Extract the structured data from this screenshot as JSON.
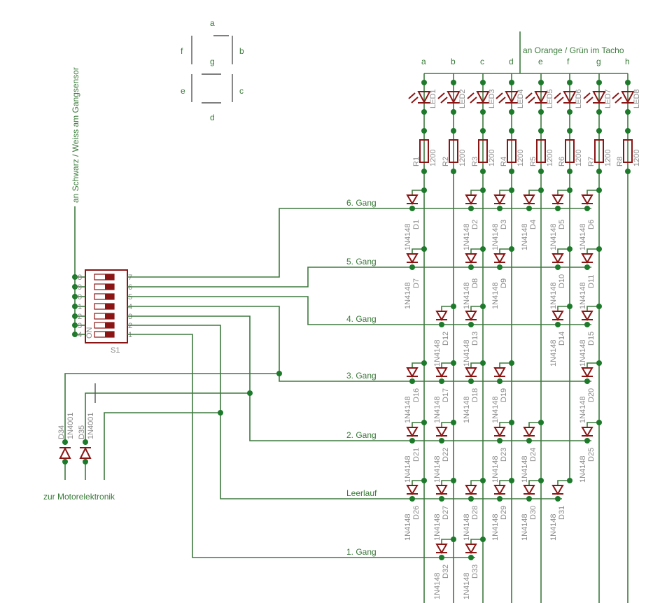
{
  "sensor_label": "an Schwarz / Weiss am Gangsensor",
  "tacho_label": "an Orange / Grün im Tacho",
  "motor_label": "zur Motorelektronik",
  "seven_segment": {
    "a": "a",
    "b": "b",
    "c": "c",
    "d": "d",
    "e": "e",
    "f": "f",
    "g": "g"
  },
  "columns": [
    "a",
    "b",
    "c",
    "d",
    "e",
    "f",
    "g",
    "h"
  ],
  "leds": [
    "LED1",
    "LED2",
    "LED3",
    "LED4",
    "LED5",
    "LED6",
    "LED7",
    "LED8"
  ],
  "resistors": [
    {
      "ref": "R1",
      "value": "1200"
    },
    {
      "ref": "R2",
      "value": "1200"
    },
    {
      "ref": "R3",
      "value": "1200"
    },
    {
      "ref": "R4",
      "value": "1200"
    },
    {
      "ref": "R5",
      "value": "1200"
    },
    {
      "ref": "R6",
      "value": "1200"
    },
    {
      "ref": "R7",
      "value": "1200"
    },
    {
      "ref": "R8",
      "value": "1200"
    }
  ],
  "switch": {
    "ref": "S1",
    "on_label": "ON",
    "left_pins": [
      "8",
      "9",
      "0",
      "1",
      "2",
      "3",
      "4"
    ],
    "right_pins": [
      "7",
      "6",
      "5",
      "4",
      "3",
      "2",
      "1"
    ]
  },
  "rows": [
    {
      "label": "6. Gang",
      "diodes": [
        {
          "ref": "D1",
          "col": "a"
        },
        {
          "ref": "D2",
          "col": "c"
        },
        {
          "ref": "D3",
          "col": "d"
        },
        {
          "ref": "D4",
          "col": "e"
        },
        {
          "ref": "D5",
          "col": "f"
        },
        {
          "ref": "D6",
          "col": "g"
        }
      ]
    },
    {
      "label": "5. Gang",
      "diodes": [
        {
          "ref": "D7",
          "col": "a"
        },
        {
          "ref": "D8",
          "col": "c"
        },
        {
          "ref": "D9",
          "col": "d"
        },
        {
          "ref": "D10",
          "col": "f"
        },
        {
          "ref": "D11",
          "col": "g"
        }
      ]
    },
    {
      "label": "4. Gang",
      "diodes": [
        {
          "ref": "D12",
          "col": "b"
        },
        {
          "ref": "D13",
          "col": "c"
        },
        {
          "ref": "D14",
          "col": "f"
        },
        {
          "ref": "D15",
          "col": "g"
        }
      ]
    },
    {
      "label": "3. Gang",
      "diodes": [
        {
          "ref": "D16",
          "col": "a"
        },
        {
          "ref": "D17",
          "col": "b"
        },
        {
          "ref": "D18",
          "col": "c"
        },
        {
          "ref": "D19",
          "col": "d"
        },
        {
          "ref": "D20",
          "col": "g"
        }
      ]
    },
    {
      "label": "2. Gang",
      "diodes": [
        {
          "ref": "D21",
          "col": "a"
        },
        {
          "ref": "D22",
          "col": "b"
        },
        {
          "ref": "D23",
          "col": "d"
        },
        {
          "ref": "D24",
          "col": "e"
        },
        {
          "ref": "D25",
          "col": "g"
        }
      ]
    },
    {
      "label": "Leerlauf",
      "diodes": [
        {
          "ref": "D26",
          "col": "a"
        },
        {
          "ref": "D27",
          "col": "b"
        },
        {
          "ref": "D28",
          "col": "c"
        },
        {
          "ref": "D29",
          "col": "d"
        },
        {
          "ref": "D30",
          "col": "e"
        },
        {
          "ref": "D31",
          "col": "f"
        }
      ]
    },
    {
      "label": "1.  Gang",
      "diodes": [
        {
          "ref": "D32",
          "col": "b"
        },
        {
          "ref": "D33",
          "col": "c"
        }
      ]
    }
  ],
  "diode_type": "1N4148",
  "motor_diodes": [
    {
      "ref": "D34",
      "type": "1N4001"
    },
    {
      "ref": "D35",
      "type": "1N4001"
    }
  ],
  "colors": {
    "wire": "#3d7a3d",
    "junction": "#1c7a2a",
    "part": "#8b1515",
    "ref_text": "#8a8a8a"
  }
}
